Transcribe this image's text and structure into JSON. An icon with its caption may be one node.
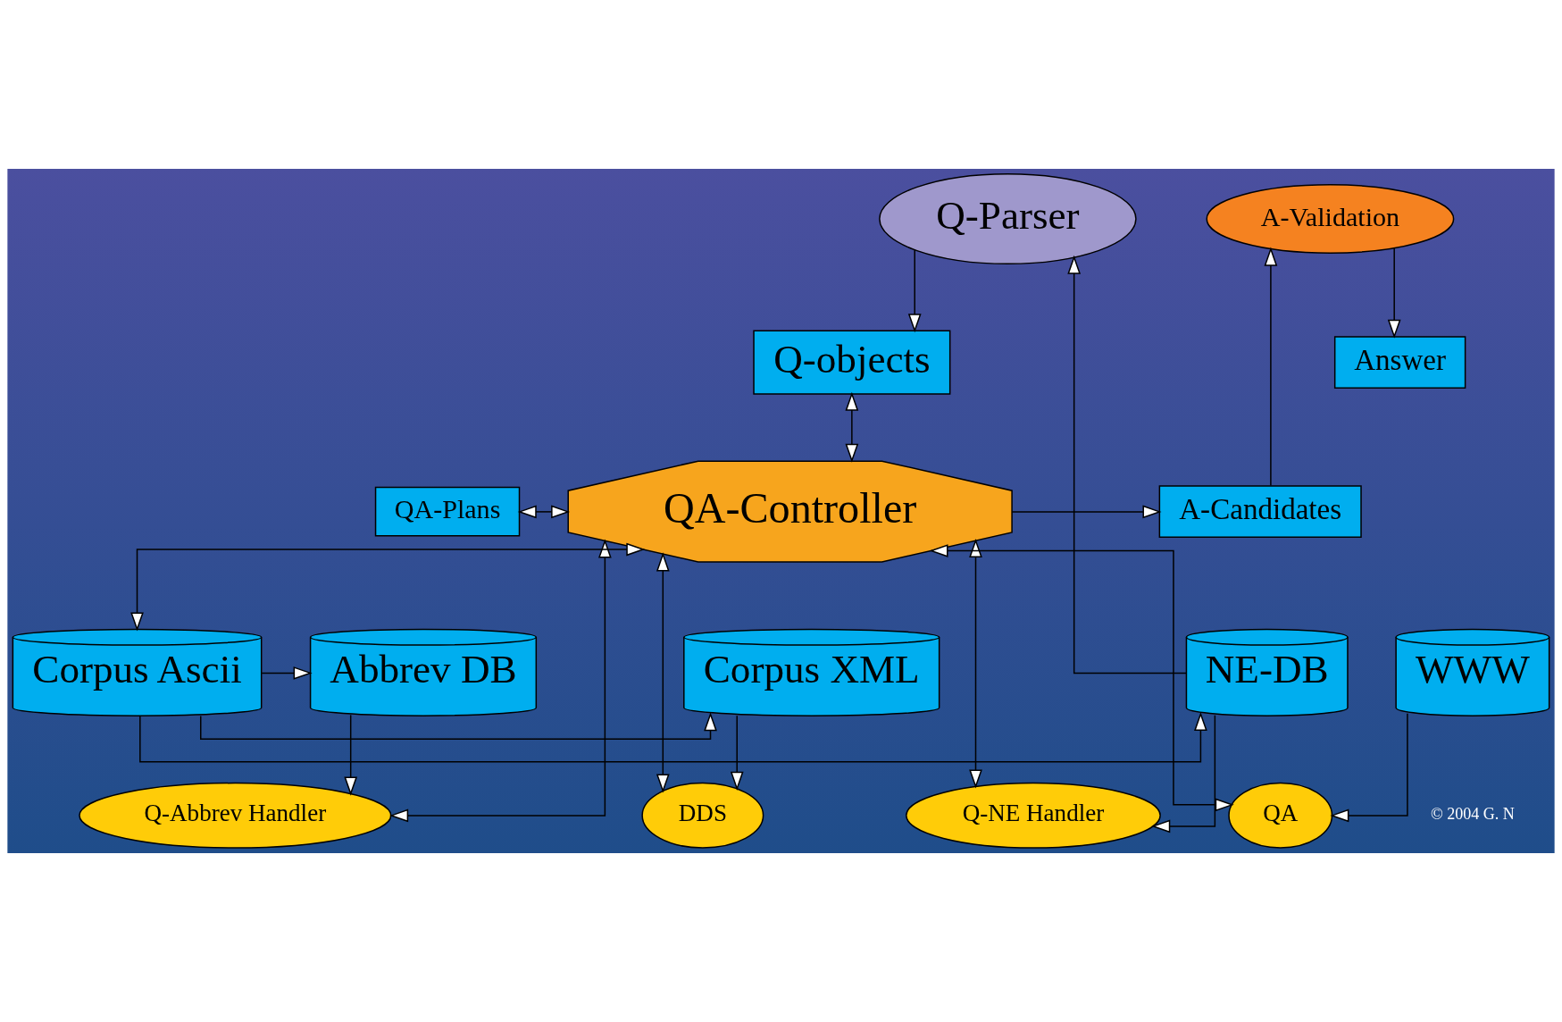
{
  "diagram": {
    "nodes": [
      {
        "text": [
          "Q-Parser"
        ]
      },
      {
        "text": [
          "Q-objects"
        ]
      },
      {
        "text": [
          "Answer"
        ]
      },
      {
        "text": [
          "A-Validation"
        ]
      },
      {
        "text": [
          "QA-Plans"
        ]
      },
      {
        "text": [
          "QA-Controller"
        ]
      },
      {
        "text": [
          "A-Candidates"
        ]
      },
      {
        "text": [
          "Q-NE Handler"
        ]
      },
      {
        "text": [
          "Q-Abbrev Handler"
        ]
      },
      {
        "text": [
          "DDS"
        ]
      },
      {
        "text": [
          "QA"
        ]
      },
      {
        "text": [
          "NE-DB"
        ]
      },
      {
        "text": [
          "Abbrev DB"
        ]
      },
      {
        "text": [
          "Corpus XML"
        ]
      },
      {
        "text": [
          "Corpus Ascii"
        ]
      },
      {
        "text": [
          "WWW"
        ]
      }
    ],
    "edges": [
      {
        "from": 0,
        "to": 1,
        "arrow": "to"
      },
      {
        "from": 11,
        "to": 0,
        "arrow": "to"
      },
      {
        "from": 1,
        "to": 5,
        "arrow": "both"
      },
      {
        "from": 4,
        "to": 5,
        "arrow": "both"
      },
      {
        "from": 5,
        "to": 6,
        "arrow": "to"
      },
      {
        "from": 6,
        "to": 3,
        "arrow": "to"
      },
      {
        "from": 3,
        "to": 2,
        "arrow": "to"
      },
      {
        "from": 5,
        "to": 7,
        "arrow": "both"
      },
      {
        "from": 5,
        "to": 8,
        "arrow": "both"
      },
      {
        "from": 5,
        "to": 9,
        "arrow": "both"
      },
      {
        "from": 5,
        "to": 14,
        "arrow": "both"
      },
      {
        "from": 5,
        "to": 10,
        "arrow": "both"
      },
      {
        "from": 11,
        "to": 7,
        "arrow": "to"
      },
      {
        "from": 12,
        "to": 8,
        "arrow": "to"
      },
      {
        "from": 13,
        "to": 9,
        "arrow": "to"
      },
      {
        "from": 15,
        "to": 10,
        "arrow": "to"
      },
      {
        "from": 14,
        "to": 11,
        "arrow": "to"
      },
      {
        "from": 14,
        "to": 12,
        "arrow": "to"
      },
      {
        "from": 14,
        "to": 13,
        "arrow": "to"
      }
    ],
    "labels": [
      "© 2004 G. N"
    ]
  }
}
